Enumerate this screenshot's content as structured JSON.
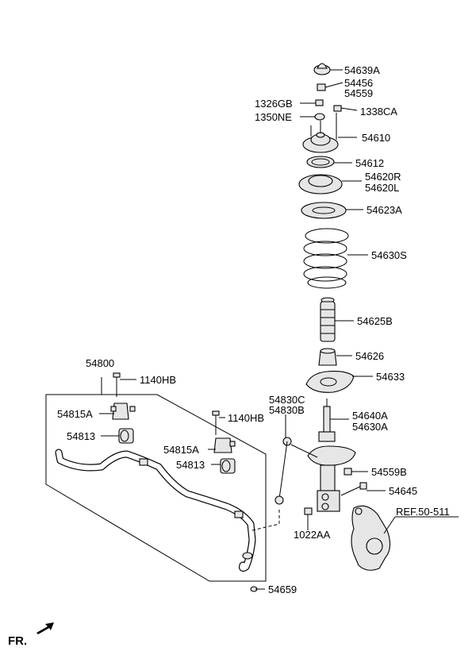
{
  "labels": {
    "p54639A": "54639A",
    "p54456": "54456",
    "p54559": "54559",
    "p1326GB": "1326GB",
    "p1338CA": "1338CA",
    "p1350NE": "1350NE",
    "p54610": "54610",
    "p54612": "54612",
    "p54620R": "54620R",
    "p54620L": "54620L",
    "p54623A": "54623A",
    "p54630S": "54630S",
    "p54625B": "54625B",
    "p54626": "54626",
    "p54633": "54633",
    "p54640A": "54640A",
    "p54630A": "54630A",
    "p54830C": "54830C",
    "p54830B": "54830B",
    "p54559B": "54559B",
    "p54645": "54645",
    "pREF": "REF.50-511",
    "p1022AA": "1022AA",
    "p54659": "54659",
    "p54800": "54800",
    "p1140HB_a": "1140HB",
    "p54815A_a": "54815A",
    "p54813_a": "54813",
    "p1140HB_b": "1140HB",
    "p54815A_b": "54815A",
    "p54813_b": "54813",
    "fr": "FR."
  }
}
